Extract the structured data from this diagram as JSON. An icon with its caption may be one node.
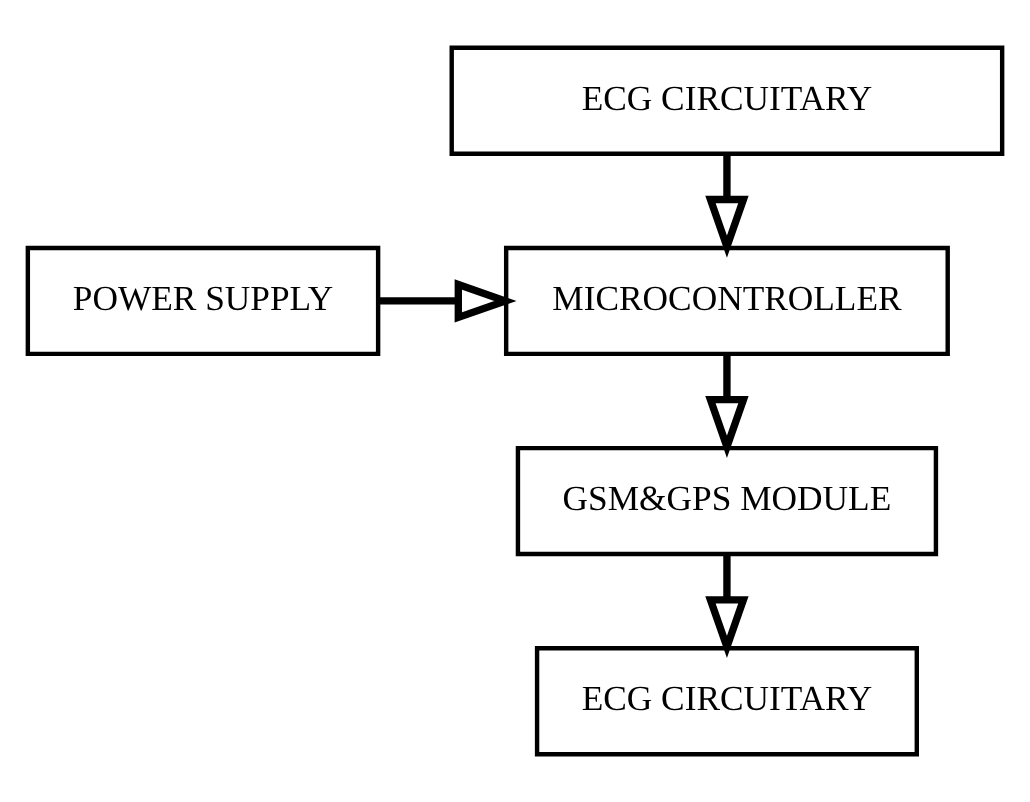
{
  "diagram": {
    "nodes": [
      {
        "text": [
          "ECG CIRCUITARY"
        ]
      },
      {
        "text": [
          "POWER SUPPLY"
        ]
      },
      {
        "text": [
          "MICROCONTROLLER"
        ]
      },
      {
        "text": [
          "GSM&GPS MODULE"
        ]
      },
      {
        "text": [
          "ECG CIRCUITARY"
        ]
      }
    ],
    "edges": [
      {
        "from": 0,
        "to": 2,
        "arrow": "to"
      },
      {
        "from": 1,
        "to": 2,
        "arrow": "to"
      },
      {
        "from": 2,
        "to": 3,
        "arrow": "to"
      },
      {
        "from": 3,
        "to": 4,
        "arrow": "to"
      }
    ]
  }
}
